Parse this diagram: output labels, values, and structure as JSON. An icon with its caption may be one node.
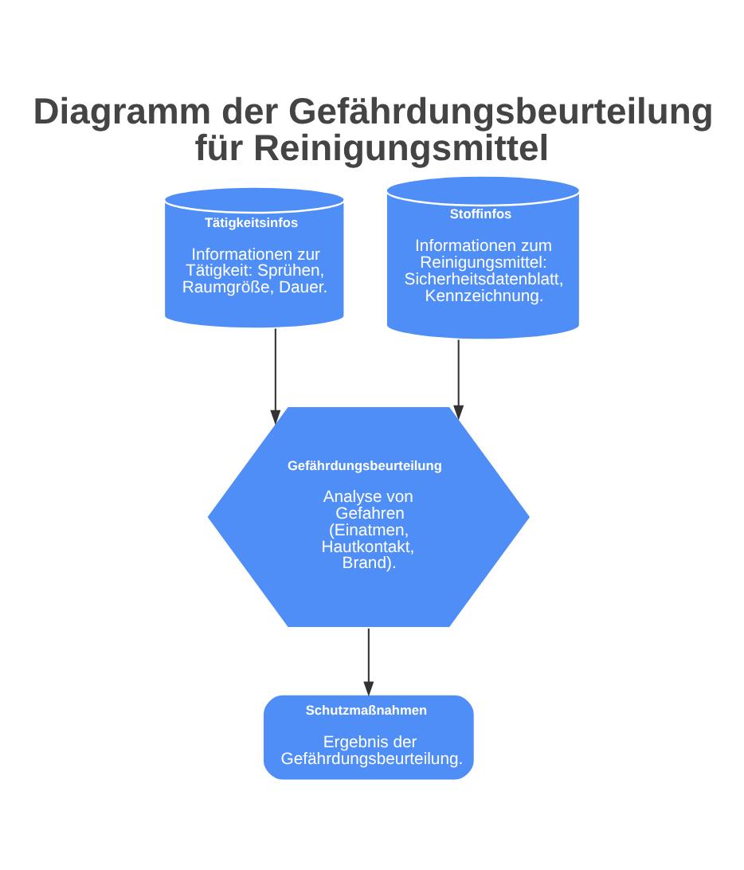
{
  "diagram": {
    "title": "Diagramm der Gefährdungsbeurteilung für Reinigungsmittel",
    "nodes": [
      {
        "text": [
          "Tätigkeitsinfos",
          "Informationen zur Tätigkeit: Sprühen, Raumgröße, Dauer."
        ]
      },
      {
        "text": [
          "Stoffinfos",
          "Informationen zum Reinigungsmittel: Sicherheitsdatenblatt, Kennzeichnung."
        ]
      },
      {
        "text": [
          "Gefährdungsbeurteilung",
          "Analyse von Gefahren (Einatmen, Hautkontakt, Brand)."
        ]
      },
      {
        "text": [
          "Schutzmaßnahmen",
          "Ergebnis der Gefährdungsbeurteilung."
        ]
      }
    ],
    "edges": [
      {
        "from": 0,
        "to": 2,
        "arrow": "to"
      },
      {
        "from": 1,
        "to": 2,
        "arrow": "to"
      },
      {
        "from": 2,
        "to": 3,
        "arrow": "to"
      }
    ]
  }
}
